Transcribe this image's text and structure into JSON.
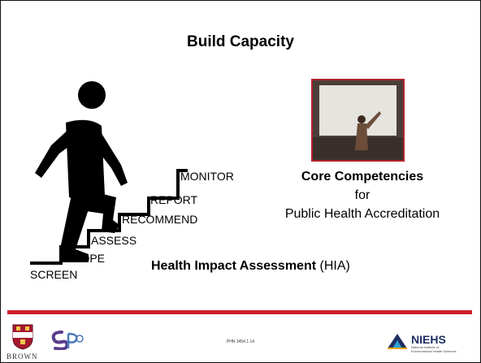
{
  "slide": {
    "title": "Build Capacity",
    "steps": [
      "SCREEN",
      "SCOPE",
      "ASSESS",
      "RECOMMEND",
      "REPORT",
      "MONITOR"
    ],
    "core_line1": "Core Competencies",
    "core_line2": "for",
    "core_line3": "Public Health Accreditation",
    "hia_bold": "Health Impact Assessment",
    "hia_rest": " (HIA)"
  },
  "footer": {
    "slide_number_text": "PHN 3454.1   14",
    "brown_label": "BROWN",
    "niehs_label": "NIEHS",
    "niehs_sub_line1": "National Institute of",
    "niehs_sub_line2": "Environmental Health Sciences"
  },
  "colors": {
    "accent_red": "#cf1f2b",
    "brown_red": "#a6192e",
    "niehs_blue": "#1d2f62",
    "srp_purple": "#5a3d8c"
  }
}
